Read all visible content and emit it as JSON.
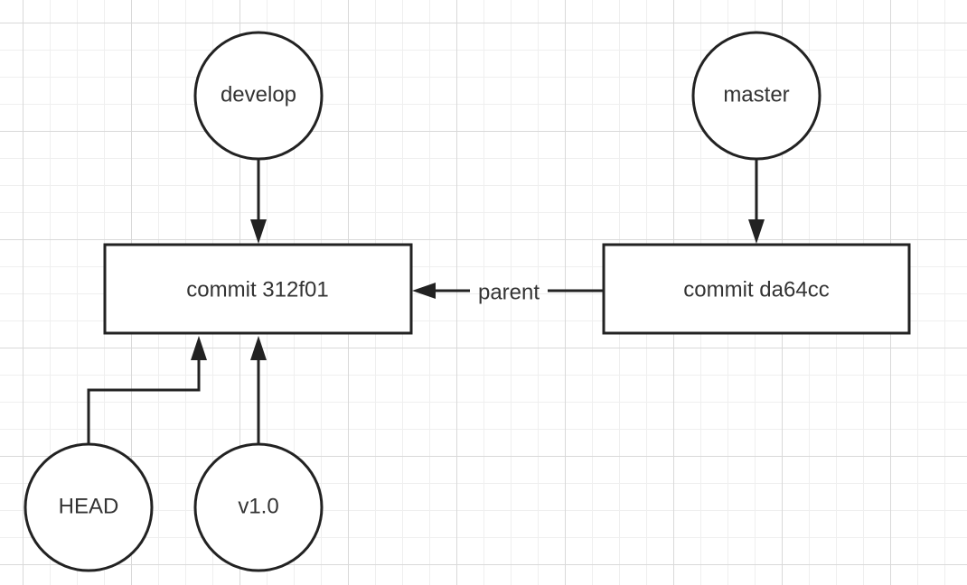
{
  "diagram": {
    "nodes": {
      "develop": {
        "label": "develop",
        "shape": "circle"
      },
      "master": {
        "label": "master",
        "shape": "circle"
      },
      "head": {
        "label": "HEAD",
        "shape": "circle"
      },
      "v1_0": {
        "label": "v1.0",
        "shape": "circle"
      },
      "commit_312f01": {
        "label": "commit 312f01",
        "shape": "rectangle"
      },
      "commit_da64cc": {
        "label": "commit da64cc",
        "shape": "rectangle"
      }
    },
    "edges": {
      "develop_to_312f01": {
        "from": "develop",
        "to": "commit_312f01",
        "label": ""
      },
      "master_to_da64cc": {
        "from": "master",
        "to": "commit_da64cc",
        "label": ""
      },
      "head_to_312f01": {
        "from": "HEAD",
        "to": "commit_312f01",
        "label": ""
      },
      "v1_0_to_312f01": {
        "from": "v1.0",
        "to": "commit_312f01",
        "label": ""
      },
      "da64cc_to_312f01": {
        "from": "commit_da64cc",
        "to": "commit_312f01",
        "label": "parent"
      }
    },
    "colors": {
      "stroke": "#222222",
      "text": "#333333",
      "grid_major": "#d9d9d9",
      "grid_minor": "#efefef",
      "background": "#ffffff"
    }
  }
}
